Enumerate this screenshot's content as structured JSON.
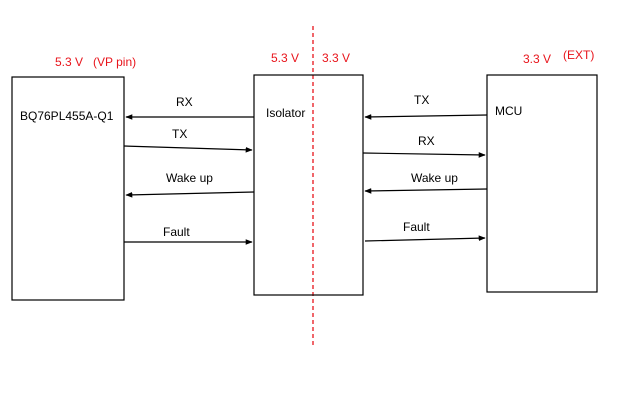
{
  "voltages": {
    "left": "5.3 V",
    "left_note": "(VP pin)",
    "iso_left": "5.3 V",
    "iso_right": "3.3 V",
    "right": "3.3 V",
    "right_note": "(EXT)"
  },
  "blocks": {
    "bq": "BQ76PL455A-Q1",
    "isolator": "Isolator",
    "mcu": "MCU"
  },
  "signals_left": {
    "rx": "RX",
    "tx": "TX",
    "wake": "Wake up",
    "fault": "Fault"
  },
  "signals_right": {
    "tx": "TX",
    "rx": "RX",
    "wake": "Wake up",
    "fault": "Fault"
  },
  "colors": {
    "accent": "#e8141b",
    "line": "#000000"
  }
}
